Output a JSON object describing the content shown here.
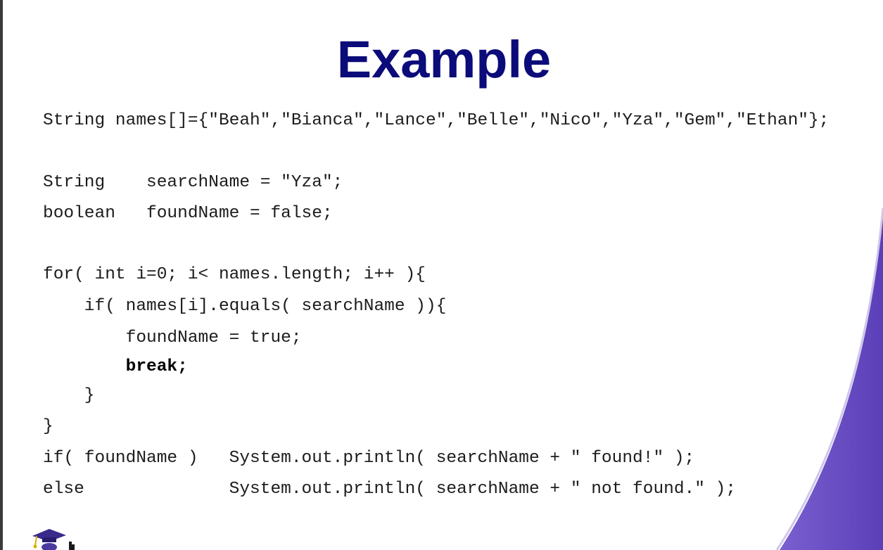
{
  "slide": {
    "title": "Example",
    "code_lines": [
      "String names[]={\"Beah\",\"Bianca\",\"Lance\",\"Belle\",\"Nico\",\"Yza\",\"Gem\",\"Ethan\"};",
      "String    searchName = \"Yza\";",
      "boolean   foundName = false;",
      "for( int i=0; i< names.length; i++ ){",
      "    if( names[i].equals( searchName )){",
      "        foundName = true;",
      "        break;",
      "    }",
      "}",
      "if( foundName )   System.out.println( searchName + \" found!\" );",
      "else              System.out.println( searchName + \" not found.\" );"
    ]
  },
  "colors": {
    "title": "#0b0b7a",
    "accent_swoosh": "#6447bf"
  },
  "icons": {
    "mascot": "graduate-mascot-icon"
  }
}
